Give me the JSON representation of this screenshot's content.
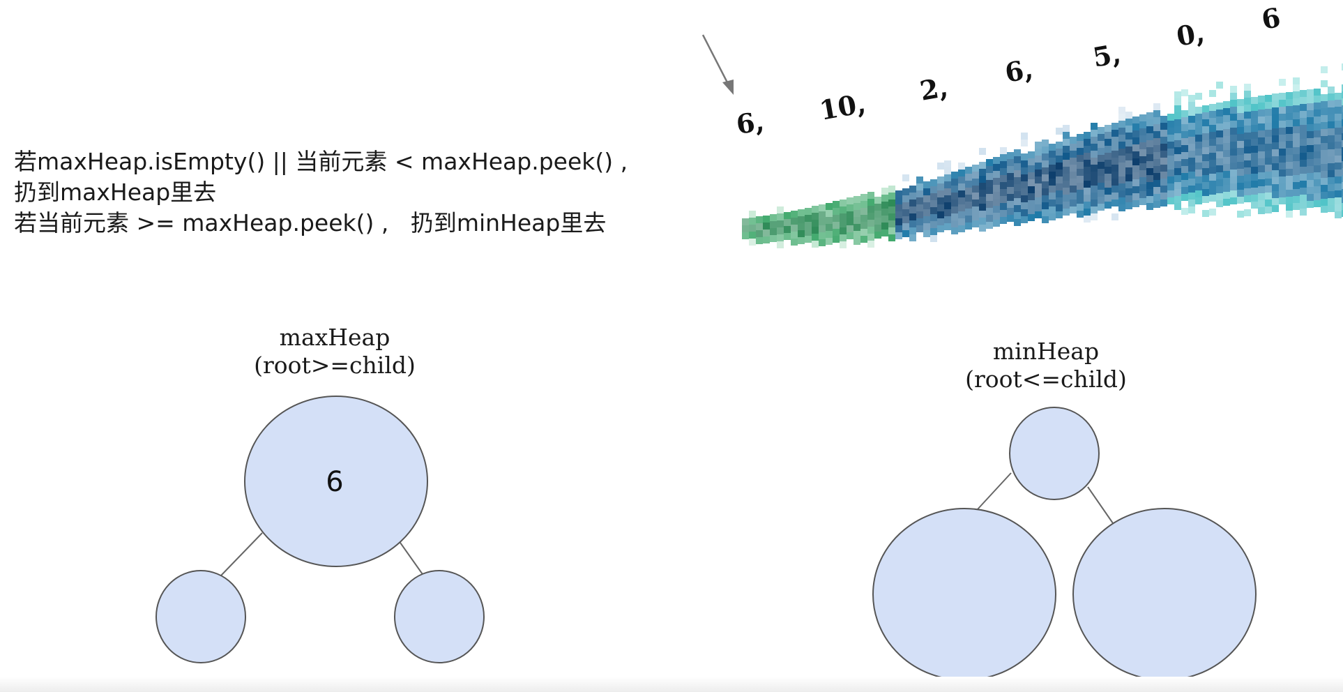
{
  "rules": {
    "line1": "若maxHeap.isEmpty() || 当前元素 < maxHeap.peek() ,",
    "line2": "扔到maxHeap里去",
    "line3": "若当前元素 >= maxHeap.peek() ,   扔到minHeap里去"
  },
  "stream": {
    "numbers": [
      "6,",
      "10,",
      "2,",
      "6,",
      "5,",
      "0,",
      "6"
    ],
    "colors": [
      "#0b3d6b",
      "#125a8c",
      "#1f7aa8",
      "#2e8b57",
      "#4fc3c7",
      "#9fe3e0"
    ]
  },
  "max_heap": {
    "title": "maxHeap",
    "subtitle": "(root>=child)",
    "root_value": "6",
    "fill": "#d4e0f7",
    "stroke": "#555555"
  },
  "min_heap": {
    "title": "minHeap",
    "subtitle": "(root<=child)",
    "fill": "#d4e0f7",
    "stroke": "#555555"
  }
}
